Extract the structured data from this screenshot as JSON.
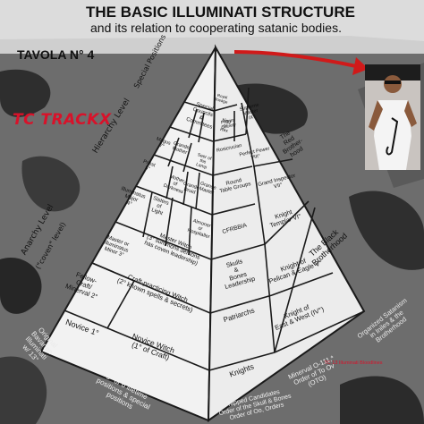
{
  "header": {
    "title": "THE BASIC ILLUMINATI STRUCTURE",
    "subtitle": "and its relation to cooperating satanic bodies.",
    "plate": "TAVOLA N° 4",
    "brand": "TC TRACKX"
  },
  "axes": {
    "special_positions": "Special Positions",
    "hierarchy_level": "Hierarchy Level",
    "anarchy_level": "Anarchy Level",
    "coven_level": "(\"coven\" level)"
  },
  "bottom_left": {
    "original": [
      "Original",
      "Bavarian",
      "Illuminati",
      "w/ 13°"
    ],
    "today": [
      "Today's Illuminati w/",
      "6° or 6 lifetime",
      "positions & special",
      "positions"
    ]
  },
  "bottom_right": {
    "organized": [
      "Organized Satanism",
      "in Iniles & the",
      "Brotherhood"
    ],
    "credit": "TC 13 Illuminati Bloodlines",
    "tapped": [
      "Tapped Candidates",
      "Order of the Skull & Bones",
      "Order of Oo, Orders"
    ],
    "minerval": [
      "Minerval O-111,*",
      "Order of To Ov",
      "(OTO)"
    ]
  },
  "left_cells": {
    "novice_1": [
      "Novice 1°"
    ],
    "fellow_craft": [
      "Fellow-",
      "Craft/",
      "Minerval 2°"
    ],
    "novice_witch": [
      "Novice Witch",
      "(1° of Craft)"
    ],
    "craft_witch": [
      "Craft-practicing Witch",
      "(2° known spells & secrets)"
    ],
    "master_witch": [
      "Master Witch",
      "(3° summons demons",
      "has coven leadership)"
    ],
    "master_illuminati": [
      "Master or",
      "Illuminatus",
      "Minor 3°"
    ],
    "illuminatus_major": [
      "Illuminatus",
      "Major",
      "4°"
    ],
    "sisters_of_light": [
      "Sisters",
      "of",
      "Light"
    ],
    "almoner": [
      "Almoner",
      "or",
      "Hospitaller"
    ],
    "priest": [
      "Priest",
      "5°"
    ],
    "mother_of_darkness": [
      "Mother",
      "of",
      "Darkness"
    ],
    "grande_druid": [
      "Grande",
      "Druid"
    ],
    "grande_master": [
      "Grande",
      "Master"
    ],
    "magus": [
      "Magus",
      "7°"
    ],
    "grande_mother": [
      "Grande",
      "Mother"
    ],
    "seer_lamp": [
      "Seer of",
      "the",
      "Lamp"
    ],
    "special_councils": [
      "Special",
      "Councils",
      "&",
      "Commitees"
    ],
    "royal": [
      "Royal",
      "lineage"
    ],
    "king": [
      "King",
      "or",
      "Rex"
    ]
  },
  "right_cells": {
    "knights": [
      "Knights"
    ],
    "patriarchs": [
      "Patriarchs"
    ],
    "skulls_bones": [
      "Skulls",
      "&",
      "Bones",
      "Leadership"
    ],
    "cfrbbia": [
      "CFRBBIA"
    ],
    "round_table": [
      "Round",
      "Table Groups"
    ],
    "rosicrucian": [
      "Rosicrucian"
    ],
    "pilgrim": [
      "Pilgrim",
      "Society"
    ],
    "perfect_power": [
      "Perfect Pewer",
      "VIII°"
    ],
    "grand_inspector": [
      "Grand Inspector",
      "VII°"
    ],
    "knight_east_west": [
      "Knight of",
      "East & West (IV°)"
    ],
    "knight_pelican": [
      "Knight of",
      "Pelican & Eagle V°"
    ],
    "knight_templar": [
      "Knight",
      "Templar VI°"
    ],
    "black_brotherhood": [
      "The Black",
      "Brotherhood"
    ],
    "red_brotherhood": [
      "The",
      "Red",
      "Brother-",
      "hood"
    ],
    "supreme_master": [
      "Supreme",
      "Master",
      "IX°"
    ]
  },
  "colors": {
    "pyramid_fill": "#f2f2f2",
    "pyramid_line": "#1a1a1a",
    "background": "#6c6c6c",
    "brand_red": "#d8122a",
    "arrow_red": "#d01a1a"
  }
}
